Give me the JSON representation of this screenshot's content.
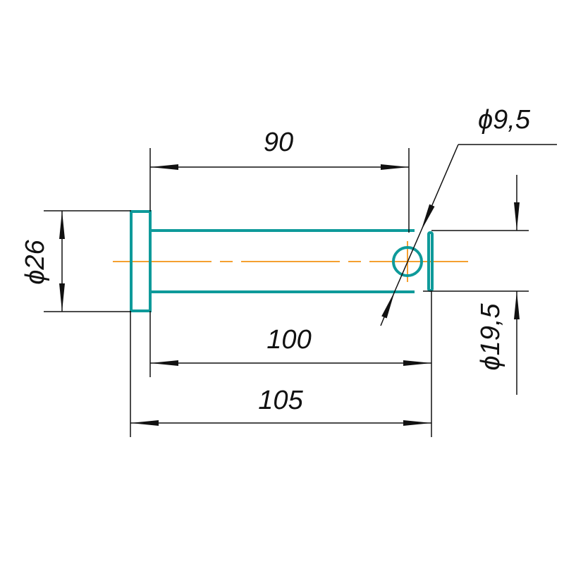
{
  "drawing": {
    "dimensions": {
      "length_90": "90",
      "length_100": "100",
      "length_105": "105",
      "head_diameter": "ϕ26",
      "shaft_diameter": "ϕ19,5",
      "hole_diameter": "ϕ9,5"
    },
    "colors": {
      "part_outline": "#0e9a9a",
      "centerline": "#f5a030",
      "dimension_lines": "#111111"
    }
  }
}
